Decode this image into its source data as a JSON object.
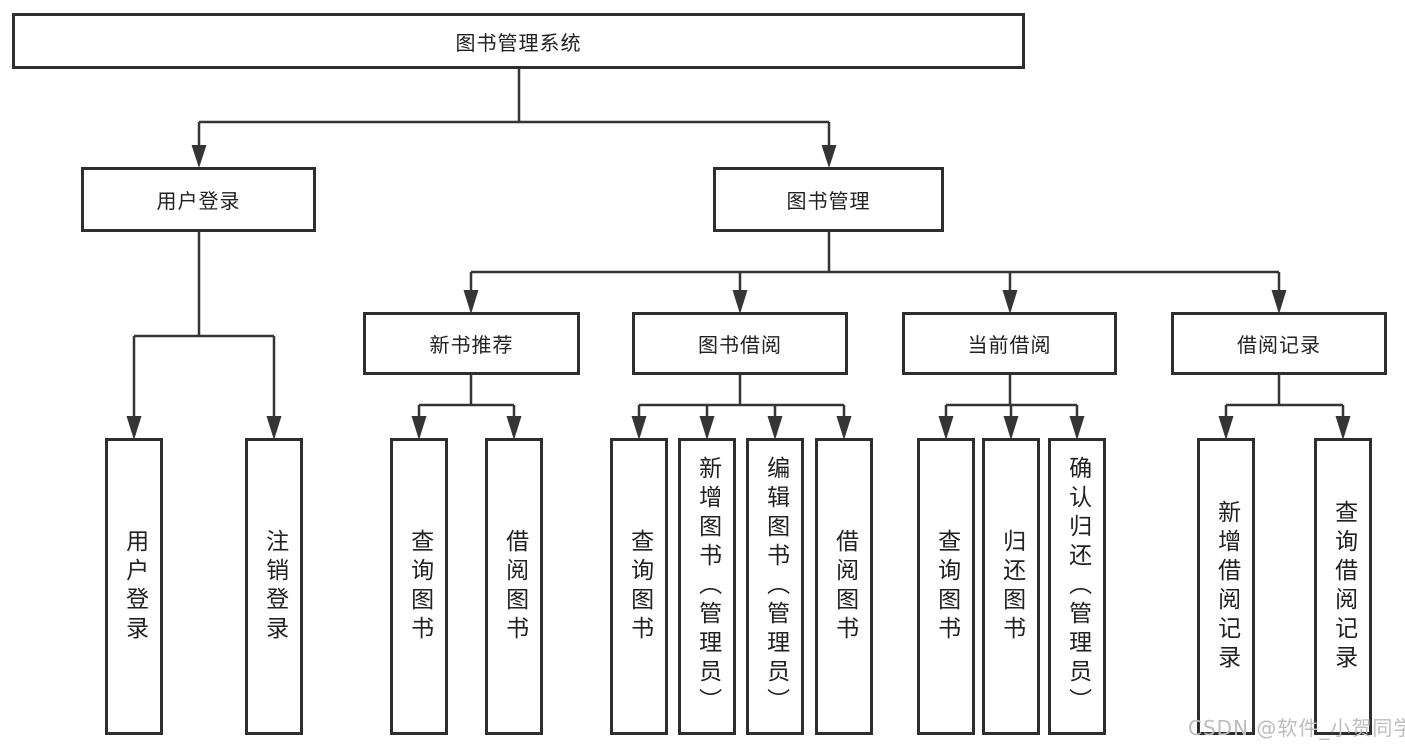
{
  "tree": {
    "label": "图书管理系统",
    "children": [
      {
        "label": "用户登录",
        "children": [
          {
            "label": "用户登录"
          },
          {
            "label": "注销登录"
          }
        ]
      },
      {
        "label": "图书管理",
        "children": [
          {
            "label": "新书推荐",
            "children": [
              {
                "label": "查询图书"
              },
              {
                "label": "借阅图书"
              }
            ]
          },
          {
            "label": "图书借阅",
            "children": [
              {
                "label": "查询图书"
              },
              {
                "label": "新增图书（管理员）"
              },
              {
                "label": "编辑图书（管理员）"
              },
              {
                "label": "借阅图书"
              }
            ]
          },
          {
            "label": "当前借阅",
            "children": [
              {
                "label": "查询图书"
              },
              {
                "label": "归还图书"
              },
              {
                "label": "确认归还（管理员）"
              }
            ]
          },
          {
            "label": "借阅记录",
            "children": [
              {
                "label": "新增借阅记录"
              },
              {
                "label": "查询借阅记录"
              }
            ]
          }
        ]
      }
    ]
  },
  "watermark": {
    "text": "CSDN @软件_小贺同学"
  },
  "colors": {
    "line": "#353535",
    "border": "#2e2e2e",
    "text": "#212121",
    "watermark": "#bdbdbd",
    "background": "#ffffff"
  }
}
